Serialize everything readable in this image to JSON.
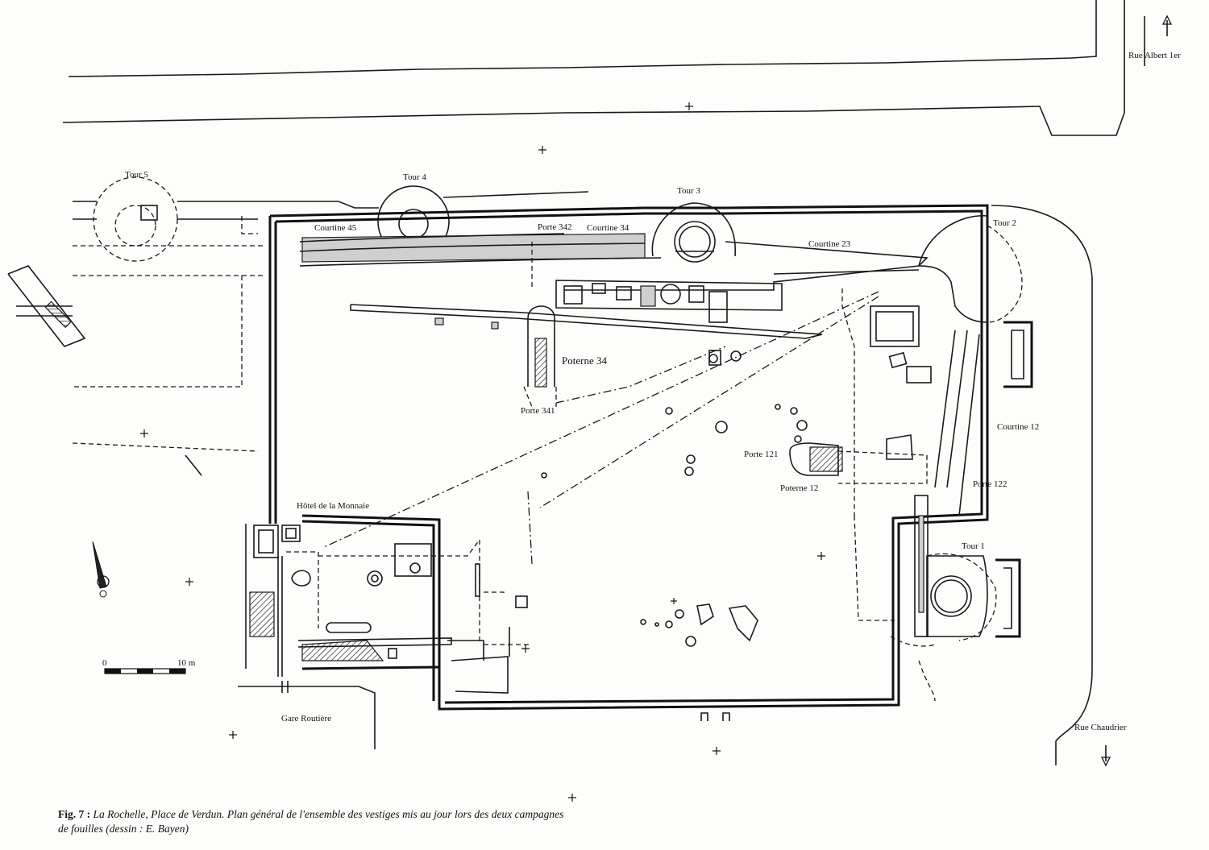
{
  "labels": {
    "tour5": "Tour 5",
    "tour4": "Tour 4",
    "tour3": "Tour 3",
    "tour2": "Tour 2",
    "tour1": "Tour 1",
    "courtine45": "Courtine 45",
    "courtine34": "Courtine 34",
    "courtine23": "Courtine 23",
    "courtine12": "Courtine 12",
    "porte342": "Porte 342",
    "porte341": "Porte 341",
    "poterne34": "Poterne 34",
    "porte121": "Porte 121",
    "poterne12": "Poterne 12",
    "porte122": "Porte 122",
    "hotel": "Hôtel de la Monnaie",
    "gare": "Gare Routière",
    "rue_albert": "Rue Albert 1er",
    "rue_chaudrier": "Rue Chaudrier",
    "scale_zero": "0",
    "scale_ten": "10 m"
  },
  "caption": {
    "fig": "Fig. 7 :",
    "text": "La Rochelle, Place de Verdun. Plan général de l'ensemble des vestiges mis au jour lors des deux campagnes de fouilles (dessin : E. Bayen)"
  }
}
